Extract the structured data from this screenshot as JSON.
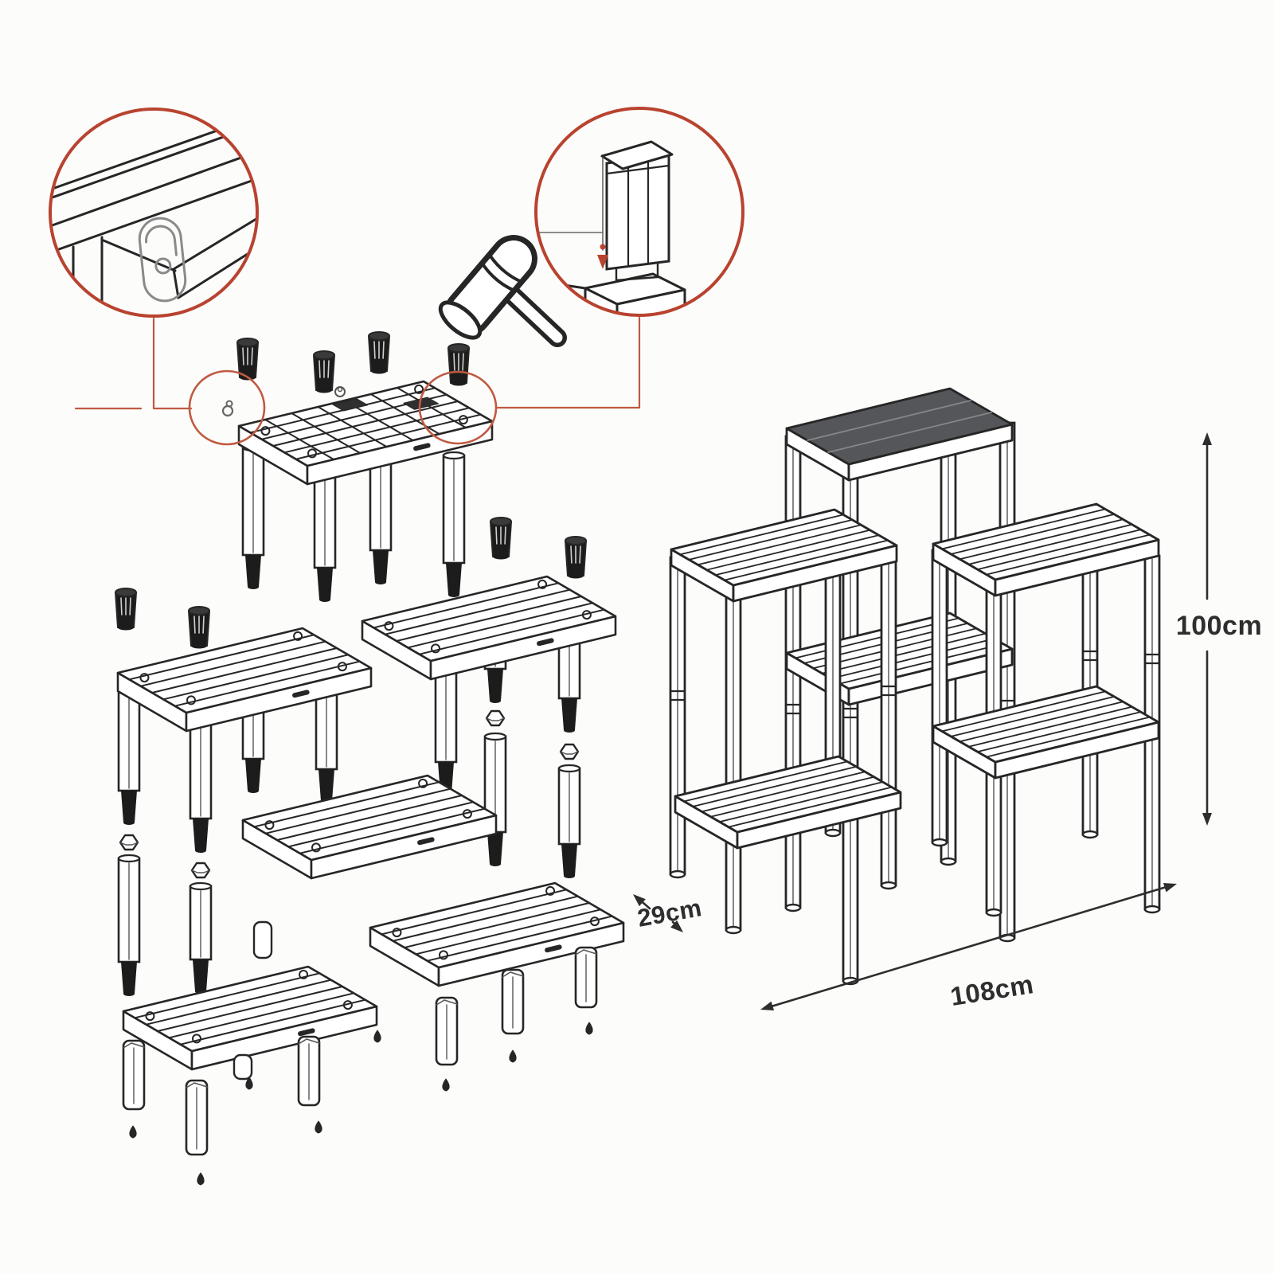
{
  "diagram": {
    "type": "assembly-instruction",
    "dimension_labels": {
      "height": "100cm",
      "depth": "29cm",
      "width": "108cm"
    },
    "colors": {
      "accent_red": "#b8432f",
      "connector_red": "#c05a41",
      "ink": "#262626",
      "leg_tip_black": "#1c1c1c",
      "top_face_gray": "#55565a",
      "plate_gray": "#8a8a8a",
      "paper": "#fcfcfb"
    },
    "icons": {
      "mallet": "mallet-icon",
      "left_callout": "keyhole-bracket-detail-icon",
      "right_callout": "leg-socket-detail-icon",
      "foot_marker": "floor-pointer-icon"
    }
  }
}
